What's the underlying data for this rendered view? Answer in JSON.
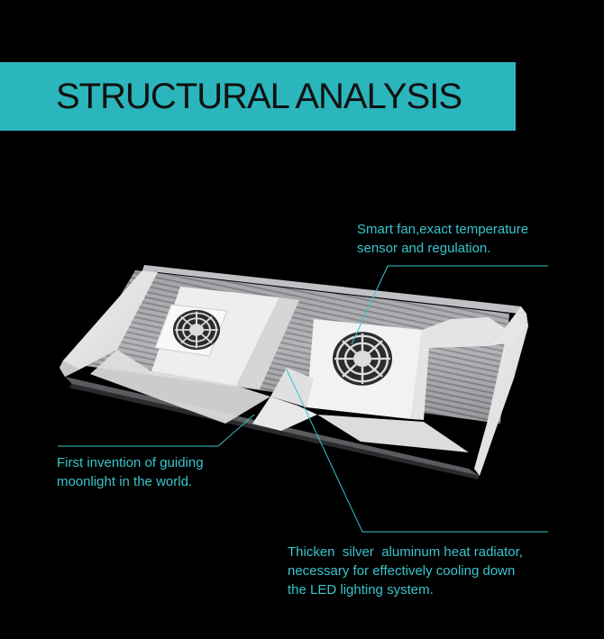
{
  "title": "STRUCTURAL ANALYSIS",
  "callouts": {
    "fan": [
      "Smart fan,exact temperature",
      "sensor and regulation."
    ],
    "moonlight": [
      "First invention of guiding",
      "moonlight in the world."
    ],
    "radiator": [
      "Thicken  silver  aluminum heat radiator,",
      "necessary for effectively cooling down",
      "the LED lighting system."
    ]
  },
  "colors": {
    "accent": "#2bb5bc",
    "callout_text": "#39c4cc",
    "background": "#000000"
  }
}
